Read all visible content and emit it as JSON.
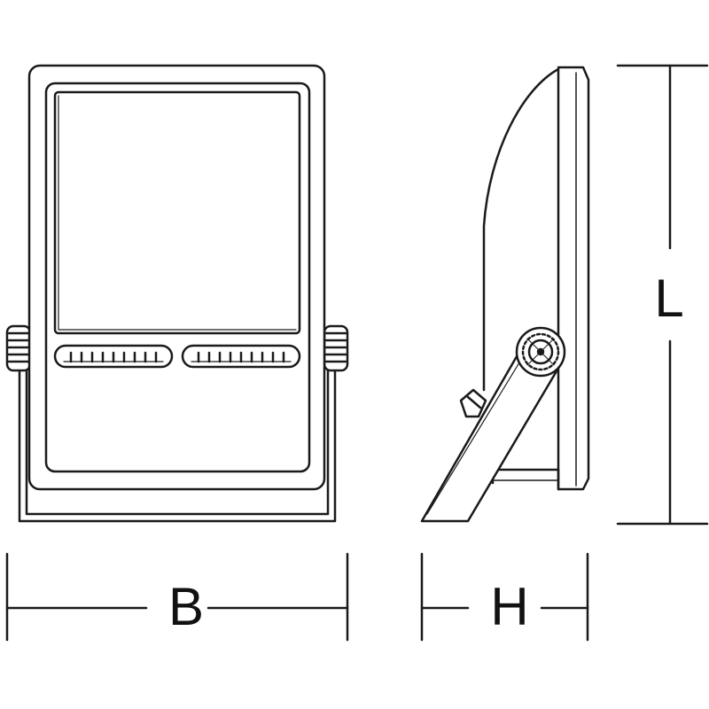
{
  "dimensions": {
    "width_label": "B",
    "depth_label": "H",
    "length_label": "L"
  },
  "colors": {
    "line": "#1a1a1a",
    "background": "#ffffff"
  }
}
